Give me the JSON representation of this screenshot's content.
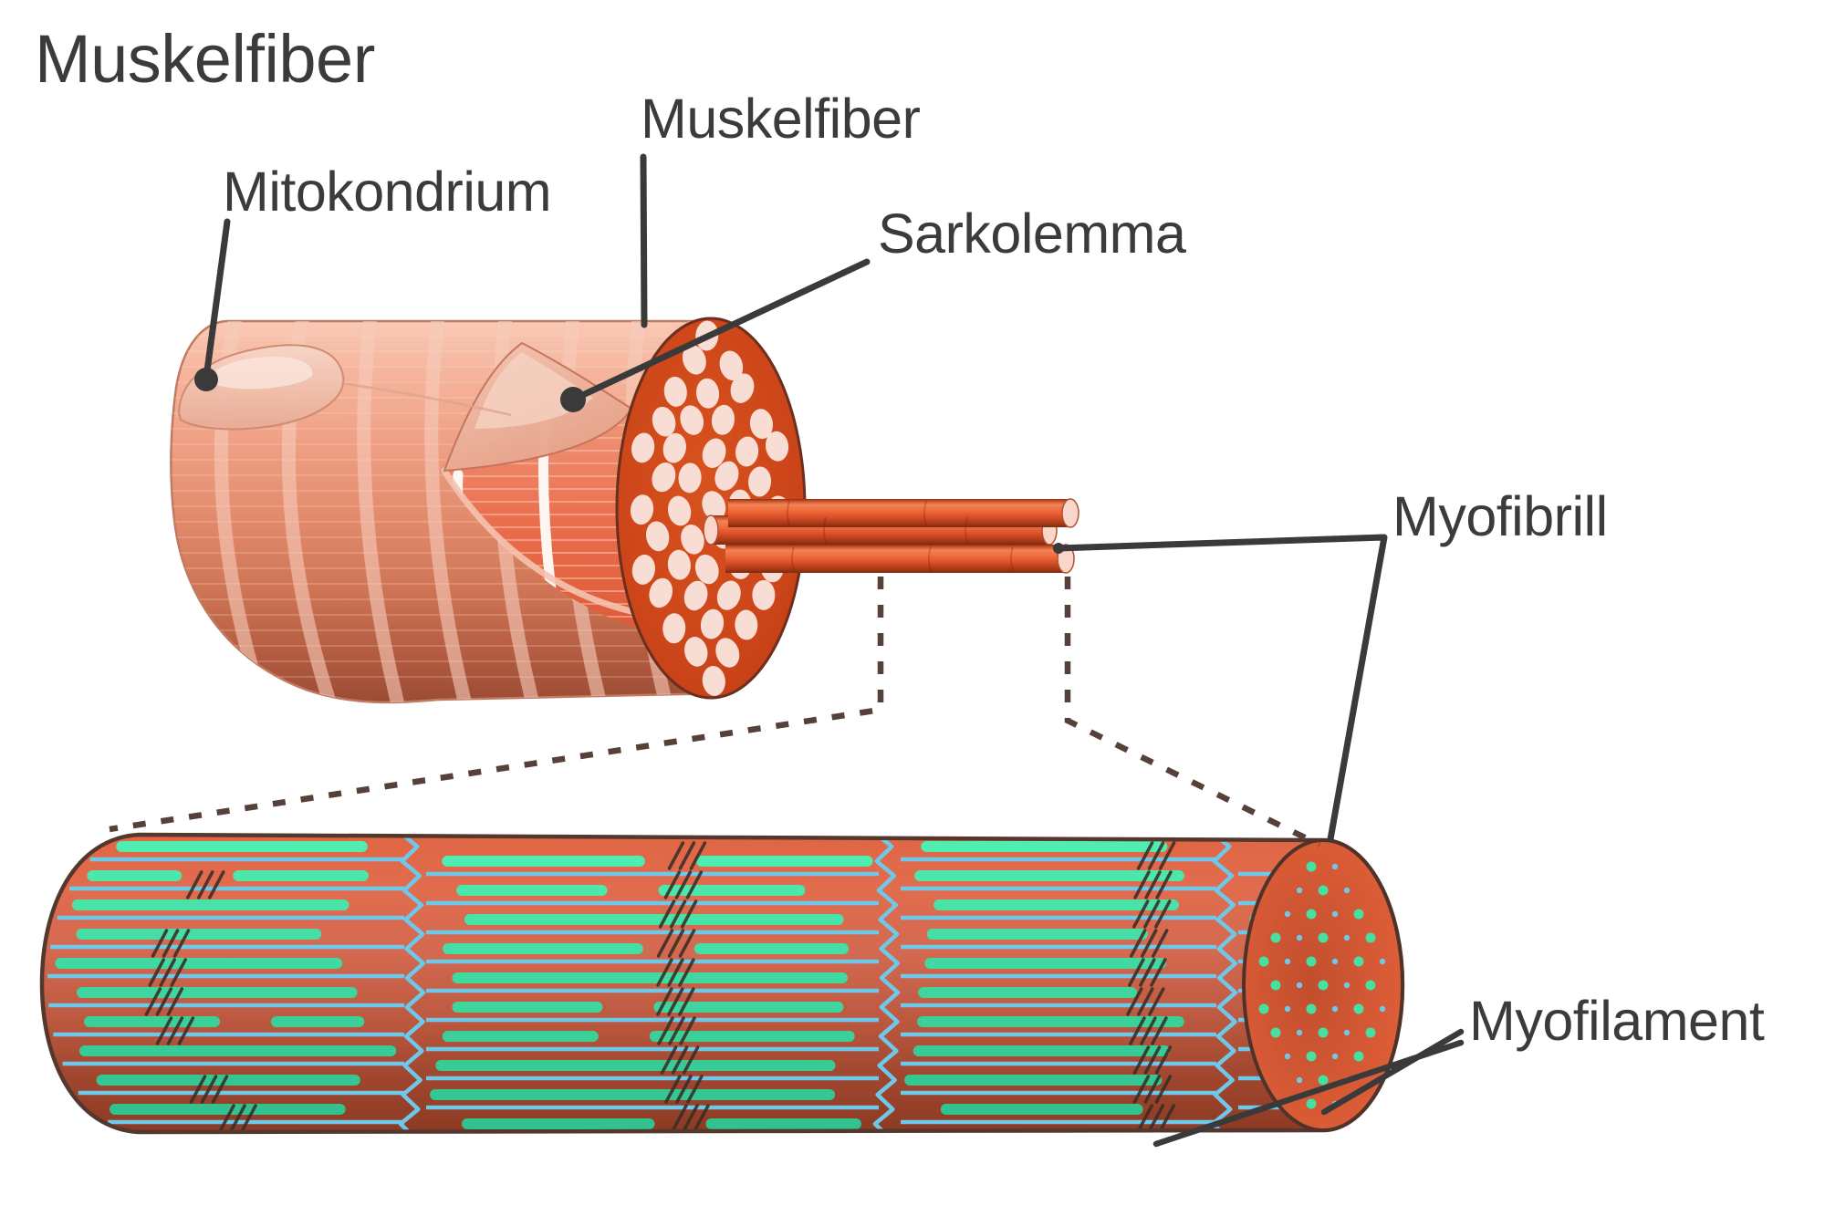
{
  "title": "Muskelfiber",
  "labels": {
    "mitochondrion": "Mitokondrium",
    "muscle_fiber": "Muskelfiber",
    "sarcolemma": "Sarkolemma",
    "myofibril": "Myofibrill",
    "myofilament": "Myofilament"
  },
  "colors": {
    "text": "#3b3b3b",
    "leader_line": "#3a3a3a",
    "dashed_line": "#55413a",
    "fiber_light": "#f8c9b5",
    "fiber_dark": "#9c4c34",
    "fiber_stripe": "#f6cbba",
    "cross_section_orange": "#cb4419",
    "myofibril_end_dot": "#f7ddd3",
    "tube_orange": "#dc5128",
    "tube_cap_pink": "#f9d6ca",
    "myofibril_top": "#e06643",
    "myofibril_bottom": "#8d3a23",
    "filament_green": "#45e0a2",
    "filament_blue": "#6fc8ea",
    "hatch_dark": "#3a2d26",
    "outline_brown": "#54382e",
    "background": "#ffffff"
  }
}
